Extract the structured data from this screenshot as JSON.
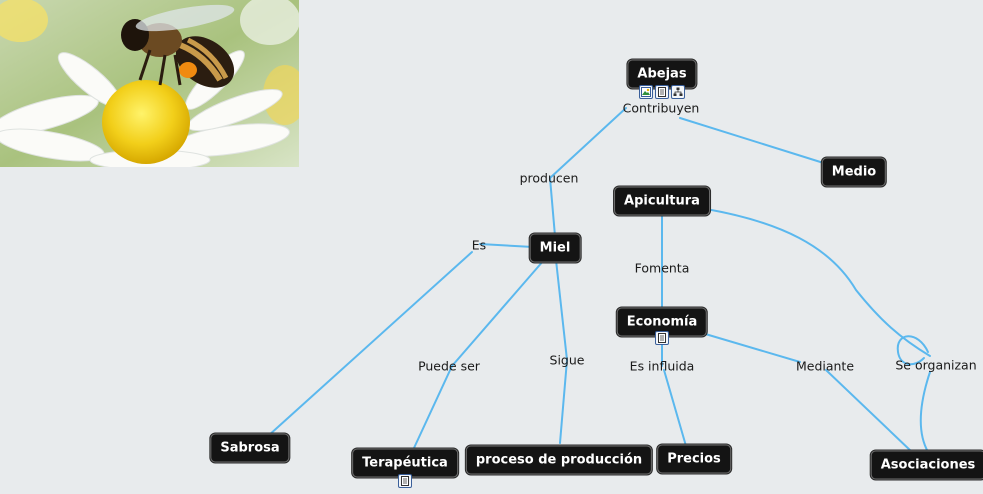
{
  "nodes": {
    "abejas": "Abejas",
    "medio": "Medio",
    "miel": "Miel",
    "apicultura": "Apicultura",
    "economia": "Economía",
    "sabrosa": "Sabrosa",
    "terapeutica": "Terapéutica",
    "proceso": "proceso de producción",
    "precios": "Precios",
    "asociaciones": "Asociaciones"
  },
  "links": {
    "contribuyen": "Contribuyen",
    "producen": "producen",
    "es": "Es",
    "puede_ser": "Puede ser",
    "sigue": "Sigue",
    "fomenta": "Fomenta",
    "es_influida": "Es influida",
    "mediante": "Mediante",
    "se_organizan": "Se organizan"
  },
  "colors": {
    "link": "#5bb8ee",
    "node_bg": "#141414",
    "node_text": "#ffffff"
  },
  "icons": [
    "image-icon",
    "document-icon",
    "submap-icon"
  ]
}
